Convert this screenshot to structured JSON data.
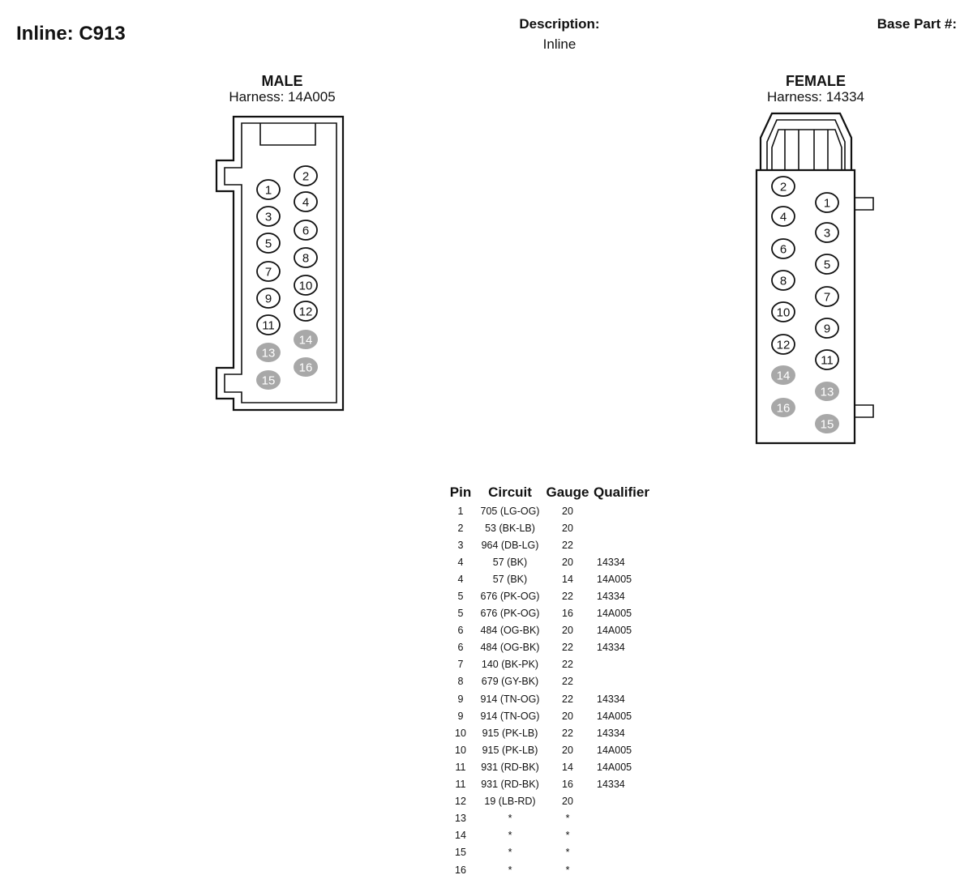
{
  "header": {
    "title": "Inline: C913",
    "description_label": "Description:",
    "description_value": "Inline",
    "base_part_label": "Base Part #:"
  },
  "connectors": {
    "male": {
      "heading": "MALE",
      "harness": "Harness: 14A005",
      "open_pins": [
        "1",
        "2",
        "3",
        "4",
        "5",
        "6",
        "7",
        "8",
        "9",
        "10",
        "11",
        "12"
      ],
      "empty_pins": [
        "13",
        "14",
        "15",
        "16"
      ]
    },
    "female": {
      "heading": "FEMALE",
      "harness": "Harness: 14334",
      "open_pins": [
        "1",
        "2",
        "3",
        "4",
        "5",
        "6",
        "7",
        "8",
        "9",
        "10",
        "11",
        "12"
      ],
      "empty_pins": [
        "13",
        "14",
        "15",
        "16"
      ]
    }
  },
  "pin_table": {
    "headers": {
      "pin": "Pin",
      "circuit": "Circuit",
      "gauge": "Gauge",
      "qualifier": "Qualifier"
    },
    "rows": [
      {
        "pin": "1",
        "circuit": "705 (LG-OG)",
        "gauge": "20",
        "qualifier": ""
      },
      {
        "pin": "2",
        "circuit": "53 (BK-LB)",
        "gauge": "20",
        "qualifier": ""
      },
      {
        "pin": "3",
        "circuit": "964 (DB-LG)",
        "gauge": "22",
        "qualifier": ""
      },
      {
        "pin": "4",
        "circuit": "57 (BK)",
        "gauge": "20",
        "qualifier": "14334"
      },
      {
        "pin": "4",
        "circuit": "57 (BK)",
        "gauge": "14",
        "qualifier": "14A005"
      },
      {
        "pin": "5",
        "circuit": "676 (PK-OG)",
        "gauge": "22",
        "qualifier": "14334"
      },
      {
        "pin": "5",
        "circuit": "676 (PK-OG)",
        "gauge": "16",
        "qualifier": "14A005"
      },
      {
        "pin": "6",
        "circuit": "484 (OG-BK)",
        "gauge": "20",
        "qualifier": "14A005"
      },
      {
        "pin": "6",
        "circuit": "484 (OG-BK)",
        "gauge": "22",
        "qualifier": "14334"
      },
      {
        "pin": "7",
        "circuit": "140 (BK-PK)",
        "gauge": "22",
        "qualifier": ""
      },
      {
        "pin": "8",
        "circuit": "679 (GY-BK)",
        "gauge": "22",
        "qualifier": ""
      },
      {
        "pin": "9",
        "circuit": "914 (TN-OG)",
        "gauge": "22",
        "qualifier": "14334"
      },
      {
        "pin": "9",
        "circuit": "914 (TN-OG)",
        "gauge": "20",
        "qualifier": "14A005"
      },
      {
        "pin": "10",
        "circuit": "915 (PK-LB)",
        "gauge": "22",
        "qualifier": "14334"
      },
      {
        "pin": "10",
        "circuit": "915 (PK-LB)",
        "gauge": "20",
        "qualifier": "14A005"
      },
      {
        "pin": "11",
        "circuit": "931 (RD-BK)",
        "gauge": "14",
        "qualifier": "14A005"
      },
      {
        "pin": "11",
        "circuit": "931 (RD-BK)",
        "gauge": "16",
        "qualifier": "14334"
      },
      {
        "pin": "12",
        "circuit": "19 (LB-RD)",
        "gauge": "20",
        "qualifier": ""
      },
      {
        "pin": "13",
        "circuit": "*",
        "gauge": "*",
        "qualifier": ""
      },
      {
        "pin": "14",
        "circuit": "*",
        "gauge": "*",
        "qualifier": ""
      },
      {
        "pin": "15",
        "circuit": "*",
        "gauge": "*",
        "qualifier": ""
      },
      {
        "pin": "16",
        "circuit": "*",
        "gauge": "*",
        "qualifier": ""
      }
    ]
  }
}
